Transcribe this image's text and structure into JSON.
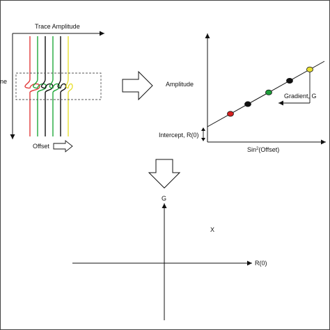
{
  "seismic_panel": {
    "axis_top_label": "Trace Amplitude",
    "axis_left_label_partial": "ne",
    "offset_label": "Offset",
    "trace_colors": [
      "#e23b3b",
      "#1fa83a",
      "#111111",
      "#1fa83a",
      "#111111",
      "#e8e031"
    ]
  },
  "crossplot_panel": {
    "ylabel": "Amplitude",
    "xlabel_base": "Sin",
    "xlabel_sup": "2",
    "xlabel_tail": "(Offset)",
    "intercept_label": "Intercept, R(0)",
    "gradient_label": "Gradient, G",
    "point_colors": [
      "#d62020",
      "#111111",
      "#1e9e3a",
      "#111111",
      "#e8e031"
    ]
  },
  "ag_panel": {
    "y_axis_label": "G",
    "x_axis_label": "R(0)",
    "marker_label": "X"
  },
  "colors": {
    "frame": "#444444",
    "line": "#111111",
    "dash_box": "#555555"
  }
}
